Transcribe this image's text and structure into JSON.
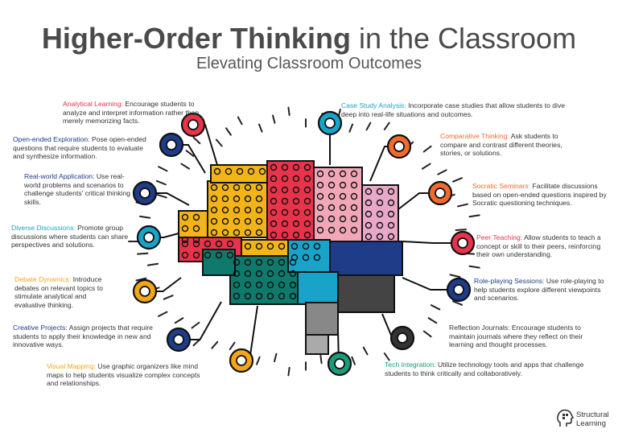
{
  "header": {
    "title_bold": "Higher-Order Thinking",
    "title_rest": "in the Classroom",
    "subtitle": "Elevating Classroom Outcomes"
  },
  "items": [
    {
      "id": "analytical",
      "label": "Analytical Learning:",
      "desc": "Encourage students to analyze and interpret information rather than merely memorizing facts.",
      "color": "#e8344a"
    },
    {
      "id": "open-ended",
      "label": "Open-ended Exploration:",
      "desc": "Pose open-ended questions that require students to evaluate and synthesize information.",
      "color": "#1f3c88"
    },
    {
      "id": "real-world",
      "label": "Real-world Application:",
      "desc": "Use real-world problems and scenarios to challenge students' critical thinking skills.",
      "color": "#1f3c88"
    },
    {
      "id": "diverse",
      "label": "Diverse Discussions:",
      "desc": "Promote group discussions where students can share perspectives and solutions.",
      "color": "#1aa3c9"
    },
    {
      "id": "debate",
      "label": "Debate Dynamics:",
      "desc": "Introduce debates on relevant topics to stimulate analytical and evaluative thinking.",
      "color": "#f2a618"
    },
    {
      "id": "creative",
      "label": "Creative Projects:",
      "desc": "Assign projects that require students to apply their knowledge in new and innovative ways.",
      "color": "#1f3c88"
    },
    {
      "id": "visual",
      "label": "Visual Mapping:",
      "desc": "Use graphic organizers like mind maps to help students visualize complex concepts and relationships.",
      "color": "#f2a618"
    },
    {
      "id": "case",
      "label": "Case Study Analysis:",
      "desc": "Incorporate case studies that allow students to dive deep into real-life situations and outcomes.",
      "color": "#1aa3c9"
    },
    {
      "id": "comparative",
      "label": "Comparative Thinking:",
      "desc": "Ask students to compare and contrast different theories, stories, or solutions.",
      "color": "#f26a2e"
    },
    {
      "id": "socratic",
      "label": "Socratic Seminars:",
      "desc": "Facilitate discussions based on open-ended questions inspired by Socratic questioning techniques.",
      "color": "#f26a2e"
    },
    {
      "id": "peer",
      "label": "Peer Teaching:",
      "desc": "Allow students to teach a concept or skill to their peers, reinforcing their own understanding.",
      "color": "#e8344a"
    },
    {
      "id": "role",
      "label": "Role-playing Sessions:",
      "desc": "Use role-playing to help students explore different viewpoints and scenarios.",
      "color": "#1f3c88"
    },
    {
      "id": "reflection",
      "label": "Reflection Journals:",
      "desc": "Encourage students to maintain journals where they reflect on their learning and thought processes.",
      "color": "#333333"
    },
    {
      "id": "tech",
      "label": "Tech Integration:",
      "desc": "Utilize technology tools and apps that challenge students to think critically and collaboratively.",
      "color": "#1a9c7a"
    }
  ],
  "brand": {
    "line1": "Structural",
    "line2": "Learning"
  }
}
